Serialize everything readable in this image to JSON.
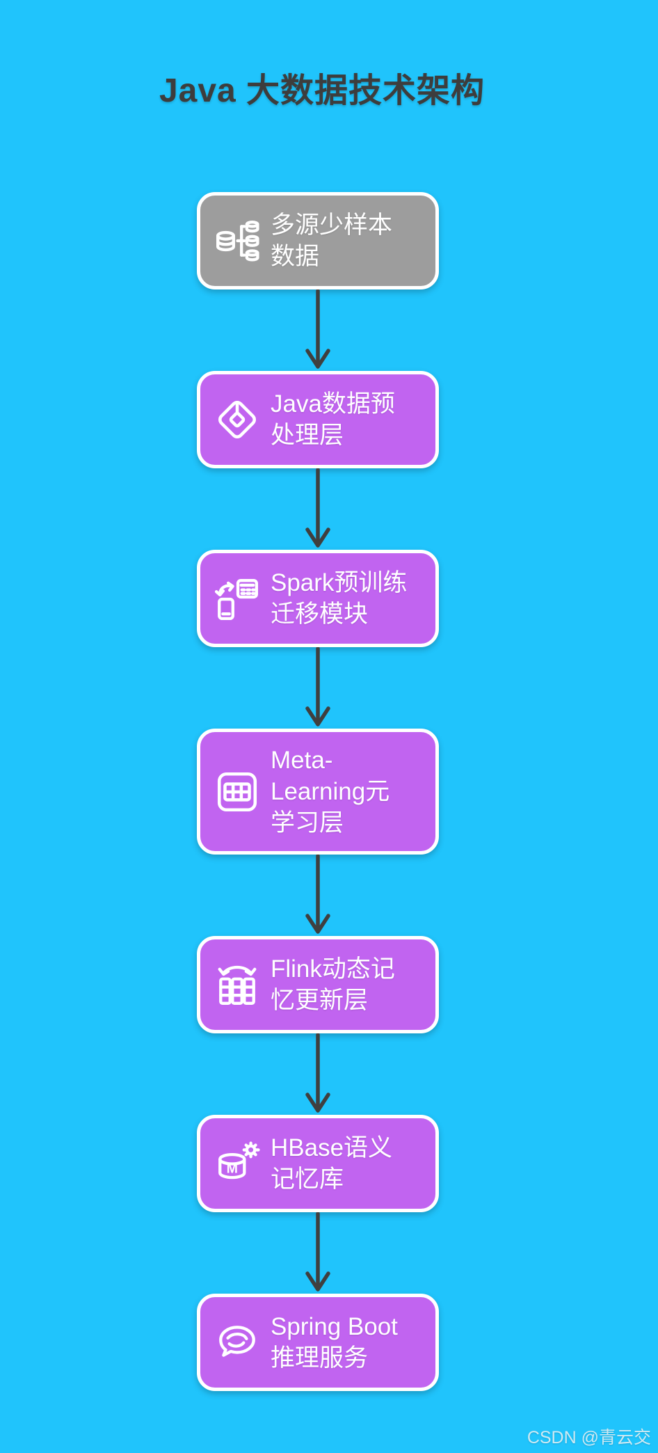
{
  "title": "Java 大数据技术架构",
  "watermark": "CSDN @青云交",
  "colors": {
    "background": "#20C4FC",
    "node_purple": "#C164F0",
    "node_gray": "#9D9D9D",
    "node_border": "#FFFFFF",
    "node_text": "#FFFFFF",
    "arrow": "#3F3F3F",
    "title_text": "#3D3D3D"
  },
  "flow": {
    "direction": "top-down",
    "nodes": [
      {
        "id": "source-data",
        "label": "多源少样本数据",
        "icon": "database-cluster-icon",
        "color": "gray"
      },
      {
        "id": "java-preprocess",
        "label": "Java数据预处理层",
        "icon": "gem-icon",
        "color": "purple"
      },
      {
        "id": "spark-pretrain",
        "label": "Spark预训练迁移模块",
        "icon": "device-transfer-icon",
        "color": "purple"
      },
      {
        "id": "meta-learning",
        "label": "Meta-Learning元学习层",
        "icon": "matrix-icon",
        "color": "purple"
      },
      {
        "id": "flink-memory",
        "label": "Flink动态记忆更新层",
        "icon": "columns-refresh-icon",
        "color": "purple"
      },
      {
        "id": "hbase-memory",
        "label": "HBase语义记忆库",
        "icon": "database-gear-icon",
        "color": "purple"
      },
      {
        "id": "springboot-service",
        "label": "Spring Boot推理服务",
        "icon": "chat-spiral-icon",
        "color": "purple"
      }
    ]
  }
}
